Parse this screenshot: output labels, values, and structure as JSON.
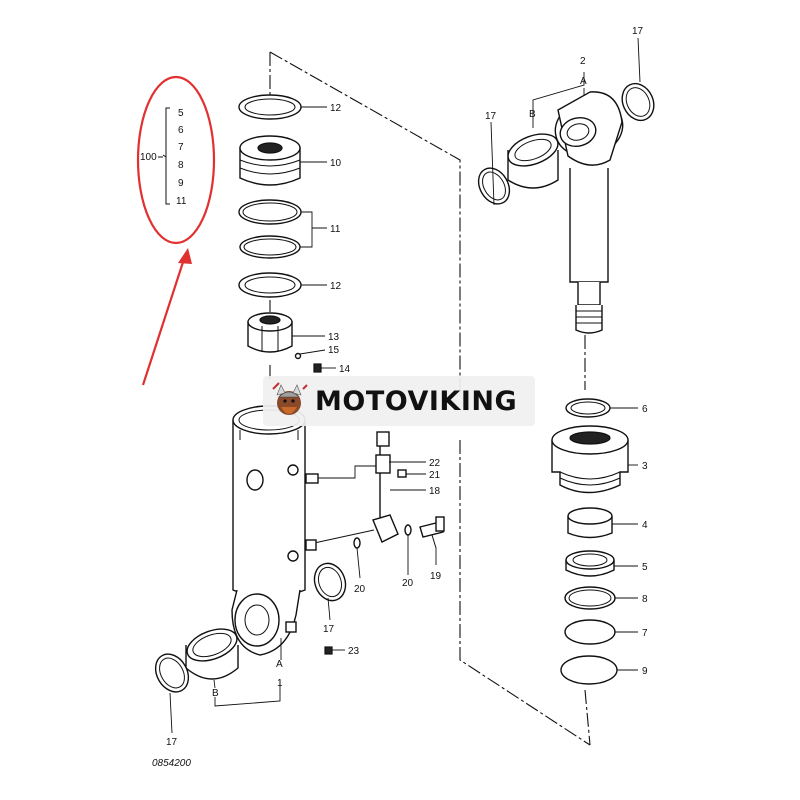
{
  "colors": {
    "line": "#111111",
    "highlight": "#e03030",
    "watermark_bg": "#f0f0f0"
  },
  "watermark": {
    "brand": "MOTOVIKING"
  },
  "drawing_number": "0854200",
  "kit": {
    "number": "100",
    "items": [
      "5",
      "6",
      "7",
      "8",
      "9",
      "11"
    ]
  },
  "callouts": {
    "c12a": "12",
    "c10": "10",
    "c11": "11",
    "c12b": "12",
    "c13": "13",
    "c15": "15",
    "c14": "14",
    "c22": "22",
    "c21": "21",
    "c18": "18",
    "c20a": "20",
    "c20b": "20",
    "c19": "19",
    "c23": "23",
    "c17a": "17",
    "c17b": "17",
    "c17c": "17",
    "c17d": "17",
    "cA1": "A",
    "c1": "1",
    "cB1": "B",
    "c2": "2",
    "cA2": "A",
    "cB2": "B",
    "c6": "6",
    "c3": "3",
    "c4": "4",
    "c5": "5",
    "c8": "8",
    "c7": "7",
    "c9": "9"
  }
}
